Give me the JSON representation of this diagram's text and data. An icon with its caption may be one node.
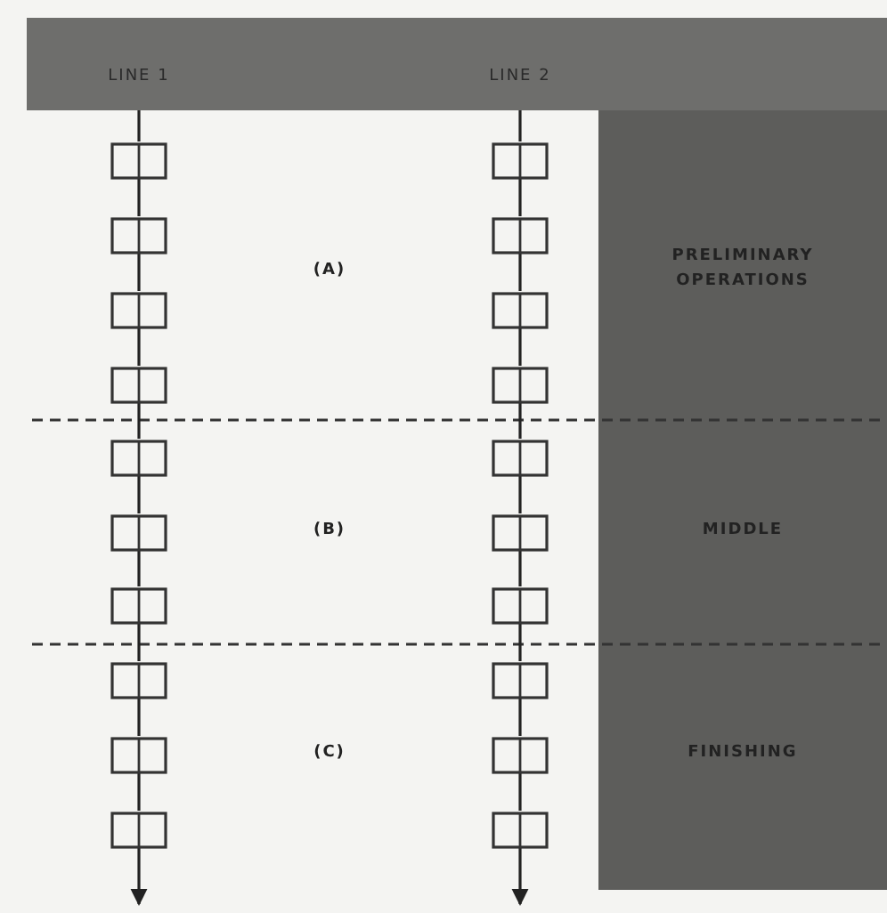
{
  "diagram": {
    "nodes": [
      {
        "text": [
          "LINE 1"
        ]
      },
      {
        "text": [],
        "shape": "box"
      },
      {
        "text": [],
        "shape": "box"
      },
      {
        "text": [],
        "shape": "box"
      },
      {
        "text": [],
        "shape": "box"
      },
      {
        "text": [],
        "shape": "box"
      },
      {
        "text": [],
        "shape": "box"
      },
      {
        "text": [],
        "shape": "box"
      },
      {
        "text": [],
        "shape": "box"
      },
      {
        "text": [],
        "shape": "box"
      },
      {
        "text": [],
        "shape": "box"
      },
      {
        "text": [
          "LINE 2"
        ]
      },
      {
        "text": [],
        "shape": "box"
      },
      {
        "text": [],
        "shape": "box"
      },
      {
        "text": [],
        "shape": "box"
      },
      {
        "text": [],
        "shape": "box"
      },
      {
        "text": [],
        "shape": "box"
      },
      {
        "text": [],
        "shape": "box"
      },
      {
        "text": [],
        "shape": "box"
      },
      {
        "text": [],
        "shape": "box"
      },
      {
        "text": [],
        "shape": "box"
      },
      {
        "text": [],
        "shape": "box"
      }
    ],
    "edges": [
      {
        "from": 0,
        "to": 1,
        "arrow": "none"
      },
      {
        "from": 1,
        "to": 2,
        "arrow": "none"
      },
      {
        "from": 2,
        "to": 3,
        "arrow": "none"
      },
      {
        "from": 3,
        "to": 4,
        "arrow": "none"
      },
      {
        "from": 4,
        "to": 5,
        "arrow": "none"
      },
      {
        "from": 5,
        "to": 6,
        "arrow": "none"
      },
      {
        "from": 6,
        "to": 7,
        "arrow": "none"
      },
      {
        "from": 7,
        "to": 8,
        "arrow": "none"
      },
      {
        "from": 8,
        "to": 9,
        "arrow": "none"
      },
      {
        "from": 9,
        "to": 10,
        "arrow": "none"
      },
      {
        "from": 10,
        "to": null,
        "arrow": "to"
      },
      {
        "from": 11,
        "to": 12,
        "arrow": "none"
      },
      {
        "from": 12,
        "to": 13,
        "arrow": "none"
      },
      {
        "from": 13,
        "to": 14,
        "arrow": "none"
      },
      {
        "from": 14,
        "to": 15,
        "arrow": "none"
      },
      {
        "from": 15,
        "to": 16,
        "arrow": "none"
      },
      {
        "from": 16,
        "to": 17,
        "arrow": "none"
      },
      {
        "from": 17,
        "to": 18,
        "arrow": "none"
      },
      {
        "from": 18,
        "to": 19,
        "arrow": "none"
      },
      {
        "from": 19,
        "to": 20,
        "arrow": "none"
      },
      {
        "from": 20,
        "to": 21,
        "arrow": "none"
      },
      {
        "from": 21,
        "to": null,
        "arrow": "to"
      }
    ],
    "labels": [
      "(A)",
      "PRELIMINARY OPERATIONS",
      "(B)",
      "MIDDLE",
      "(C)",
      "FINISHING"
    ]
  }
}
